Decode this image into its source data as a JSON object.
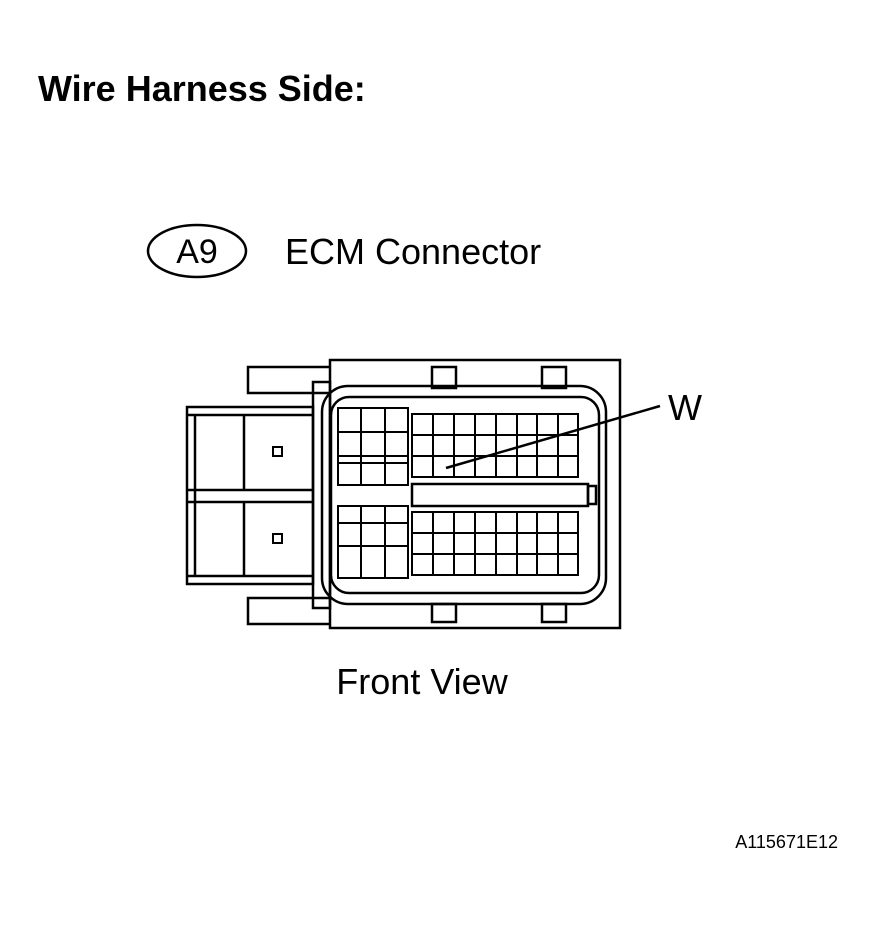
{
  "heading": "Wire Harness Side:",
  "connector": {
    "code": "A9",
    "name": "ECM Connector"
  },
  "wire_label": "W",
  "view_label": "Front View",
  "reference_code": "A115671E12"
}
